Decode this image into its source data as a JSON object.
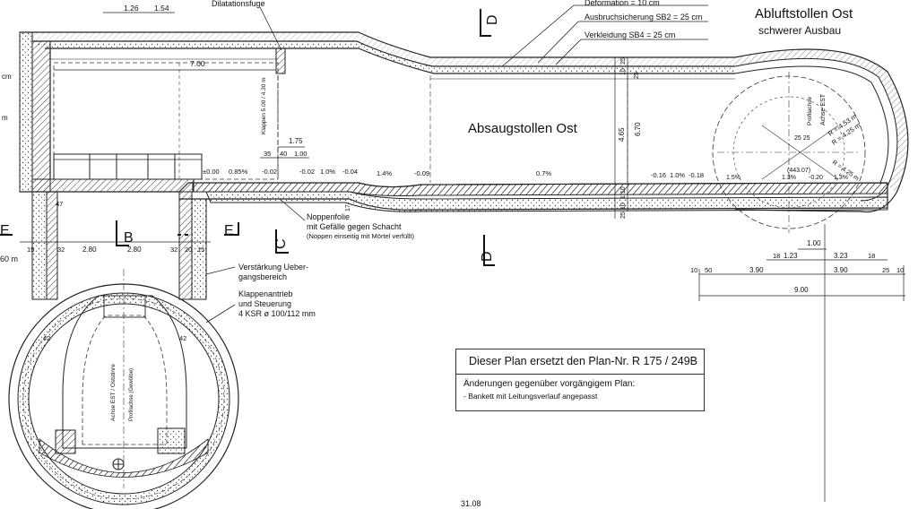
{
  "titles": {
    "tunnel_east": "Abluftstollen Ost",
    "tunnel_east_sub": "schwerer Ausbau",
    "main_gallery": "Absaugstollen Ost"
  },
  "callouts": {
    "deformation": "Deformation = 10 cm",
    "ausbruch": "Ausbruchsicherung SB2 = 25 cm",
    "verkleidung": "Verkleidung SB4 = 25 cm",
    "dilatation": "Dilatationsfuge",
    "noppen1": "Noppenfolie",
    "noppen2": "mit Gefälle gegen Schacht",
    "noppen3": "(Noppen einseitig mit Mörtel verfüllt)",
    "verst1": "Verstärkung Ueber-",
    "verst2": "gangsbereich",
    "klappe1": "Klappenantrieb",
    "klappe2": "und Steuerung",
    "klappe3": "4 KSR ø 100/112 mm"
  },
  "sections": {
    "d_top": "D",
    "d_bottom": "D",
    "c": "C",
    "b": "B",
    "e_left": "E",
    "e_right": "E"
  },
  "dims": {
    "d126": "1.26",
    "d154": "1.54",
    "d700": "7.00",
    "klappen": "Klappen 5.00 / 4.30 m",
    "d175": "1.75",
    "d35": "35",
    "d40": "40",
    "d100": "1.00",
    "d465": "4.65",
    "d670": "6.70",
    "d25a": "25",
    "d10a": "10",
    "d25b": "25",
    "d10b": "10",
    "d110": "1.10",
    "d25c": "25",
    "d47": "47",
    "d17": "17",
    "d15a": "15",
    "d32a": "32",
    "d280a": "2.80",
    "d280b": "2.80",
    "d32b": "32",
    "d20": "20",
    "d15b": "15",
    "d42a": "42",
    "d42b": "42",
    "left_cm1": "cm",
    "left_m": "m",
    "left_60m": "60 m",
    "c100": "1.00",
    "c18a": "18",
    "c123": "1.23",
    "c323": "3.23",
    "c18b": "18",
    "c10": "10",
    "c50": "50",
    "c390a": "3.90",
    "c390b": "3.90",
    "c25": "25",
    "c10b": "10",
    "c900": "9.00",
    "r453": "R = 4.53 m",
    "r425": "R = 4.25 m",
    "r425b": "R = 4.25 m",
    "axis_est": "Achse EST",
    "profilachse": "Profilachse",
    "c2525": "25 25",
    "lev443": "(443.07)",
    "lev020": "-0.20",
    "left_axis": "Achse EST / Oststinre",
    "left_axis2": "Profilachse (Gewölbe)"
  },
  "levels": {
    "l000": "±0.00",
    "s085": "0.85%",
    "l002a": "-0.02",
    "l002b": "-0.02",
    "s10a": "1.0%",
    "l004": "-0.04",
    "s14": "1.4%",
    "l009": "-0.09",
    "s07": "0.7%",
    "l016": "-0.16",
    "s10b": "1.0%",
    "l018": "-0.18",
    "s15": "1.5%",
    "s13a": "1.3%",
    "s13b": "1.3%"
  },
  "note": {
    "main": "Dieser Plan ersetzt den Plan-Nr. R 175 / 249B",
    "heading": "Änderungen gegenüber vorgängigem Plan:",
    "bullet": "- Bankett mit Leitungsverlauf angepasst"
  },
  "page_number": "31.08"
}
